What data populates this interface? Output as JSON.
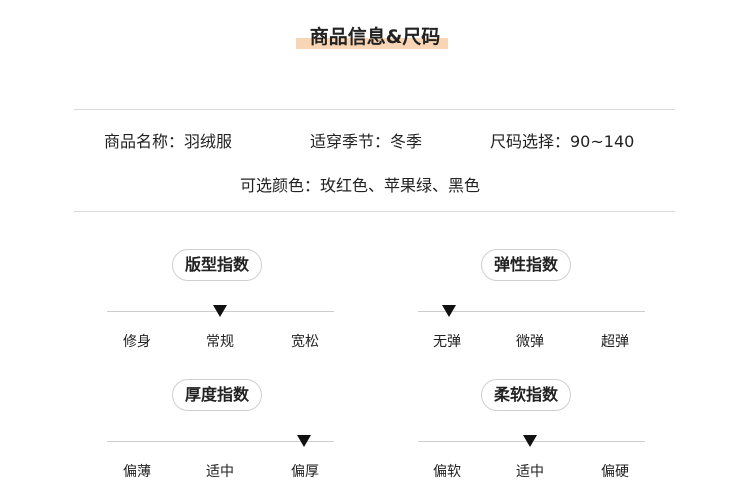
{
  "header": {
    "title": "商品信息&尺码",
    "highlight_color": "#f8d5b4"
  },
  "info": {
    "name": "商品名称：羽绒服",
    "season": "适穿季节：冬季",
    "size": "尺码选择：90~140",
    "colors": "可选颜色：玫红色、苹果绿、黑色"
  },
  "indices": [
    {
      "title": "版型指数",
      "labels": [
        "修身",
        "常规",
        "宽松"
      ],
      "selected": "常规"
    },
    {
      "title": "弹性指数",
      "labels": [
        "无弹",
        "微弹",
        "超弹"
      ],
      "selected": "无弹"
    },
    {
      "title": "厚度指数",
      "labels": [
        "偏薄",
        "适中",
        "偏厚"
      ],
      "selected": "偏厚"
    },
    {
      "title": "柔软指数",
      "labels": [
        "偏软",
        "适中",
        "偏硬"
      ],
      "selected": "适中"
    }
  ]
}
